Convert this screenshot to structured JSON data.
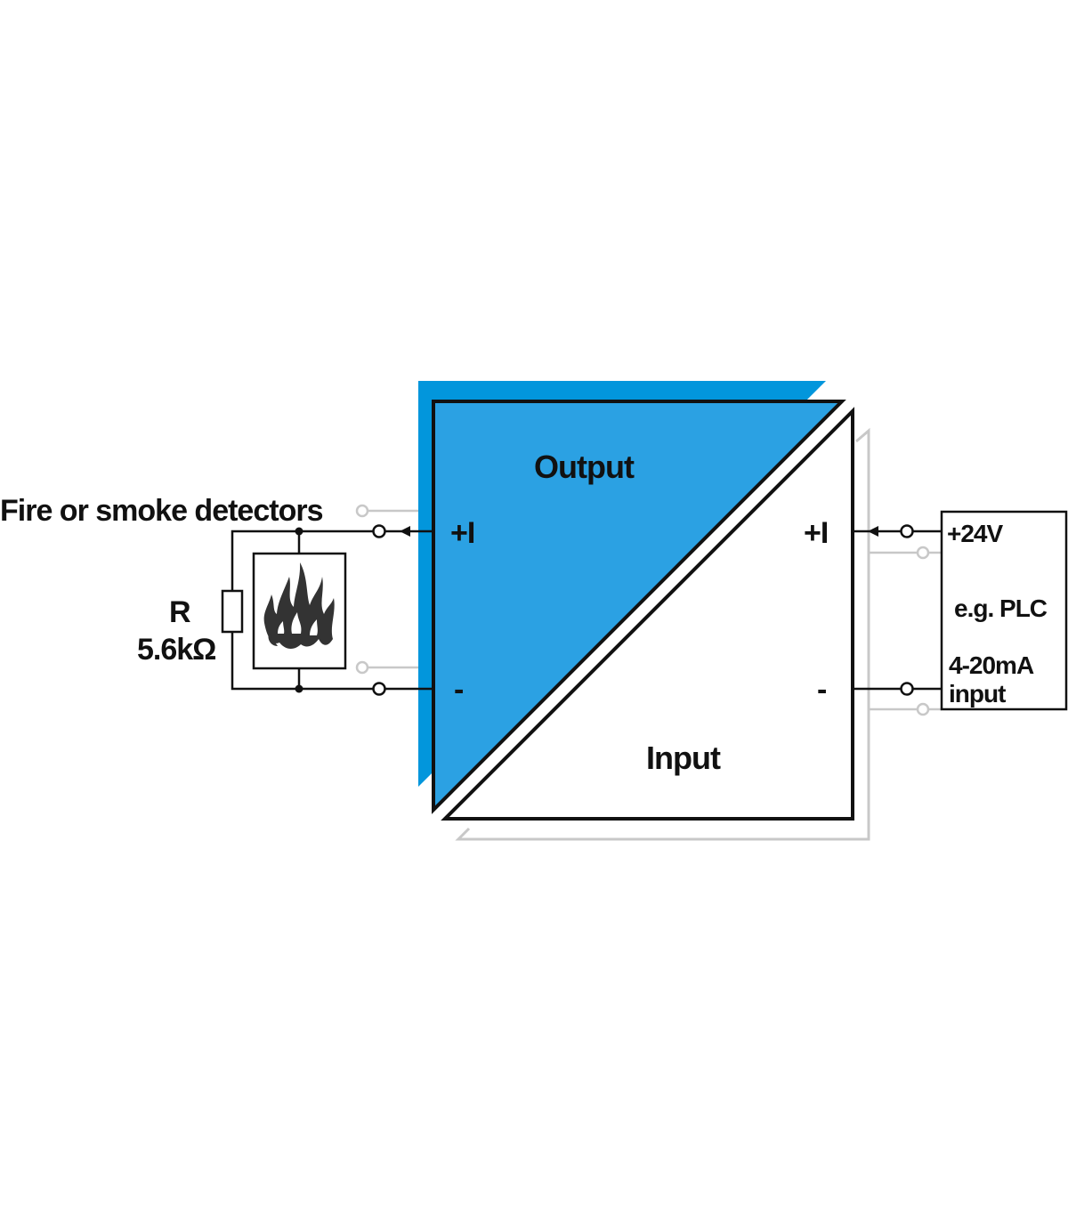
{
  "labels": {
    "output": "Output",
    "input": "Input",
    "detectors": "Fire or smoke detectors",
    "resistor_name": "R",
    "resistor_value": "5.6kΩ",
    "output_plus": "+I",
    "output_minus": "-",
    "input_plus": "+I",
    "input_minus": "-",
    "supply": "+24V",
    "plc": "e.g. PLC",
    "current_range": "4-20mA",
    "plc_input": "input"
  },
  "colors": {
    "output_fill": "#2ba1e3",
    "output_shadow": "#0296dc",
    "line": "#111111",
    "ghost_line": "#c8c8c8"
  },
  "icons": {
    "flame": "flame-icon",
    "resistor": "resistor-symbol",
    "terminal": "terminal-circle"
  }
}
